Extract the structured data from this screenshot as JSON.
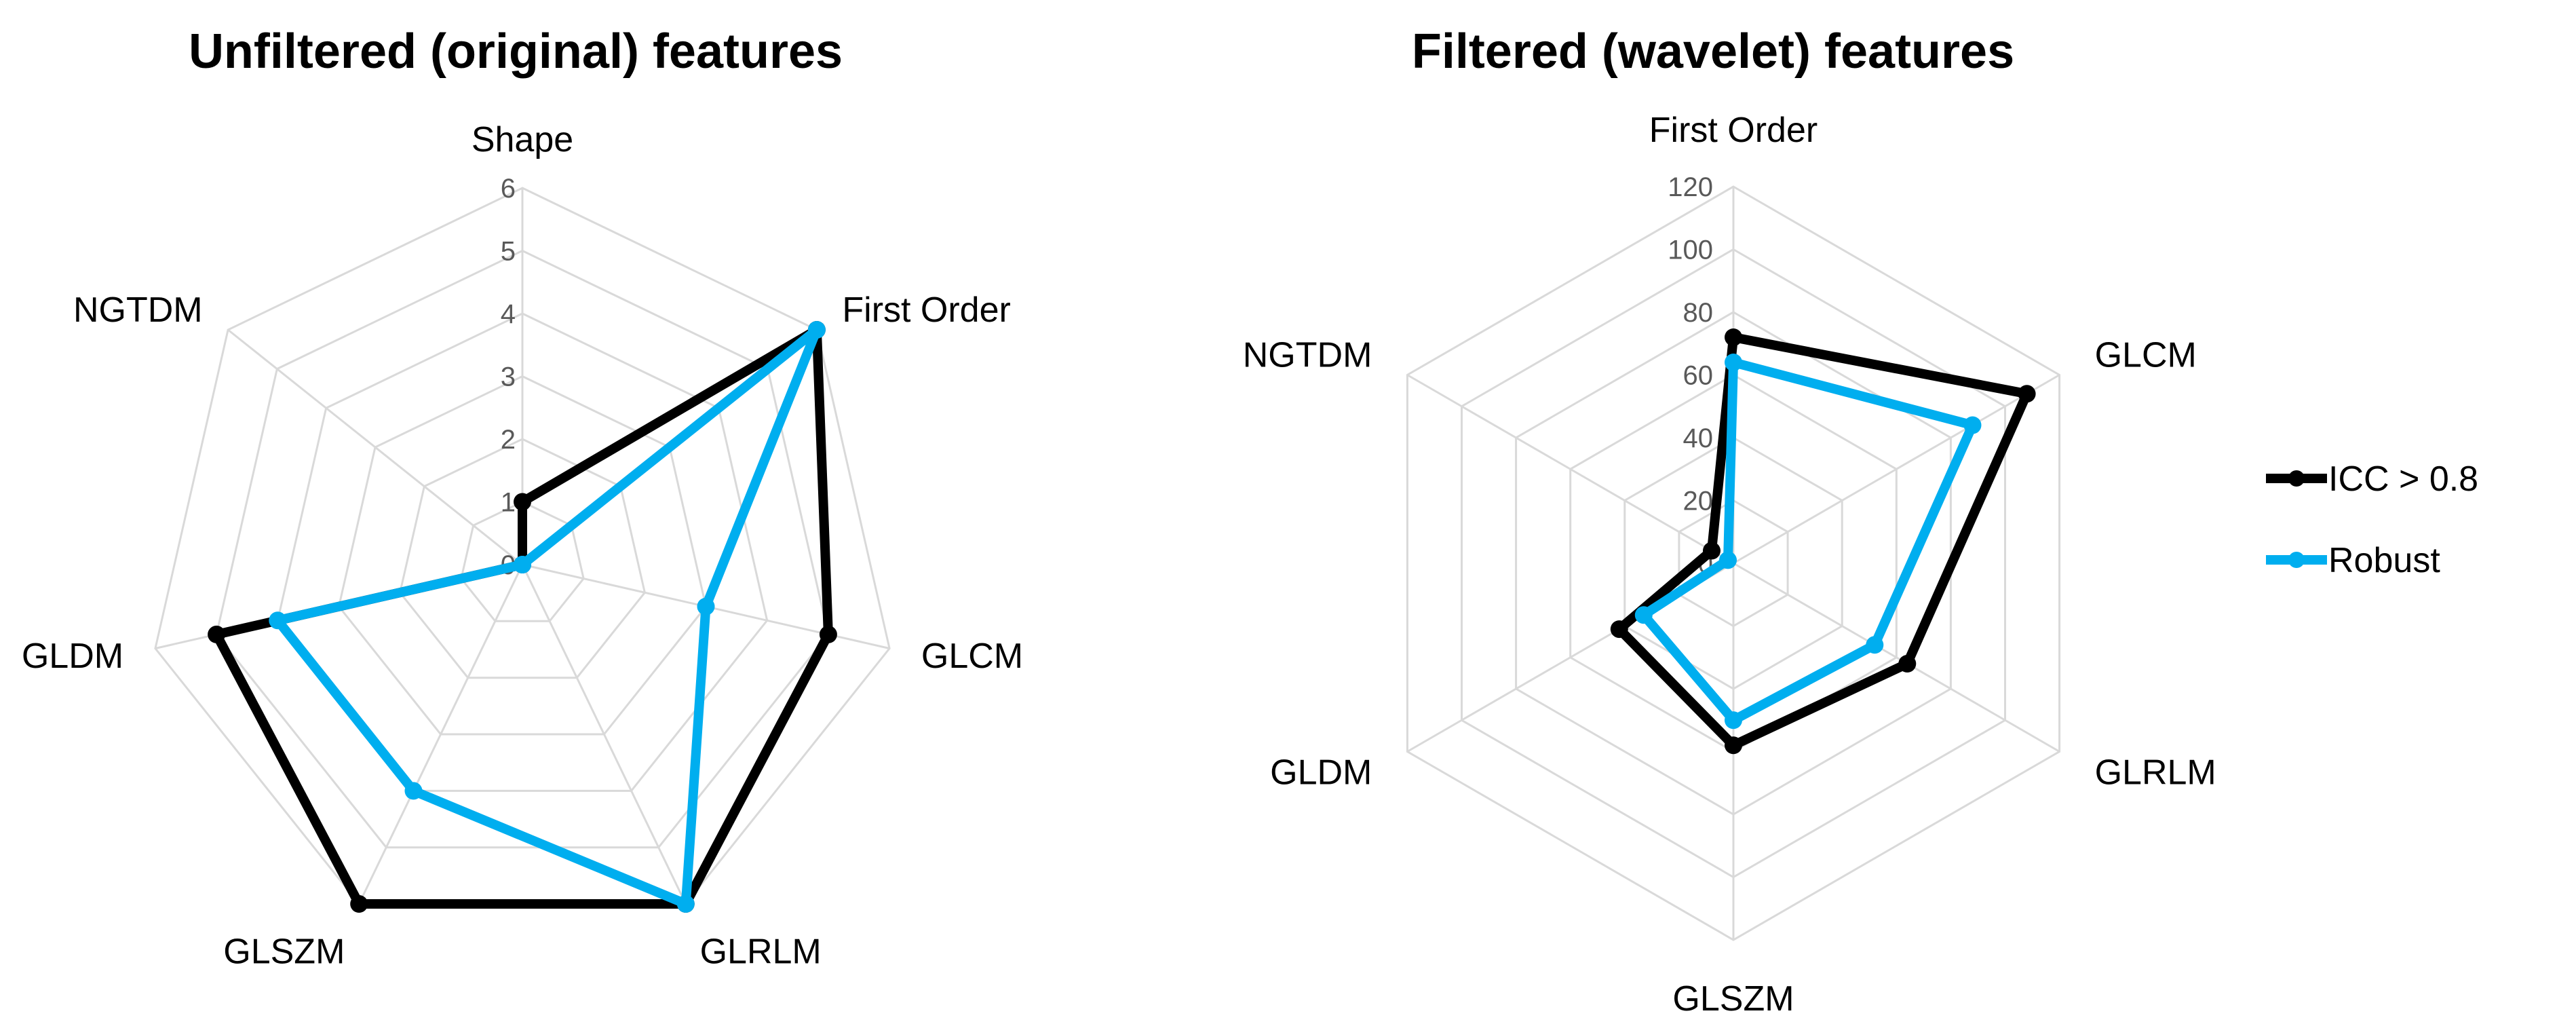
{
  "chart_data": [
    {
      "type": "radar",
      "title": "Unfiltered (original) features",
      "categories": [
        "Shape",
        "First Order",
        "GLCM",
        "GLRLM",
        "GLSZM",
        "GLDM",
        "NGTDM"
      ],
      "ticks": [
        0,
        1,
        2,
        3,
        4,
        5,
        6
      ],
      "rlim": [
        0,
        6
      ],
      "grid": true,
      "series": [
        {
          "name": "ICC > 0.8",
          "color": "#000000",
          "values": [
            1,
            6,
            5,
            6,
            6,
            5,
            0
          ]
        },
        {
          "name": "Robust",
          "color": "#00AEEF",
          "values": [
            0,
            6,
            3,
            6,
            4,
            4,
            0
          ]
        }
      ]
    },
    {
      "type": "radar",
      "title": "Filtered (wavelet) features",
      "categories": [
        "First Order",
        "GLCM",
        "GLRLM",
        "GLSZM",
        "GLDM",
        "NGTDM"
      ],
      "ticks": [
        0,
        20,
        40,
        60,
        80,
        100,
        120
      ],
      "rlim": [
        0,
        120
      ],
      "grid": true,
      "series": [
        {
          "name": "ICC > 0.8",
          "color": "#000000",
          "values": [
            72,
            108,
            64,
            58,
            42,
            8
          ]
        },
        {
          "name": "Robust",
          "color": "#00AEEF",
          "values": [
            64,
            88,
            52,
            50,
            33,
            2
          ]
        }
      ]
    }
  ],
  "legend": {
    "placement": "right",
    "items": [
      {
        "name": "ICC > 0.8",
        "color": "#000000"
      },
      {
        "name": "Robust",
        "color": "#00AEEF"
      }
    ]
  }
}
